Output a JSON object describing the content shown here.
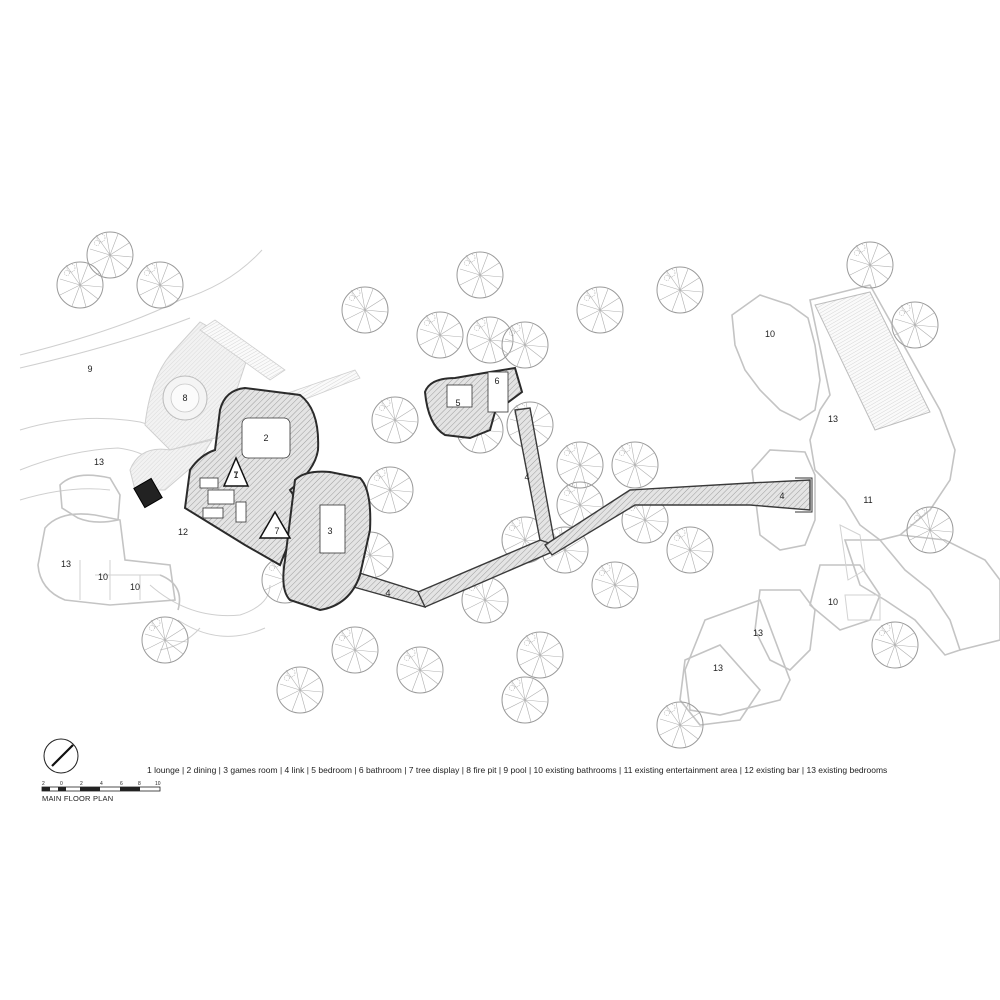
{
  "title": "MAIN FLOOR PLAN",
  "legend": "1 lounge  |  2 dining  |  3 games room  |  4 link  |  5 bedroom  |  6 bathroom  |  7 tree display  |  8 fire pit  |  9 pool  |  10 existing bathrooms  |  11 existing entertainment area  |  12 existing bar  |  13 existing bedrooms",
  "scale_bar": {
    "ticks": [
      "2",
      "0",
      "2",
      "4",
      "6",
      "8",
      "10"
    ]
  },
  "room_labels": {
    "lounge": "1",
    "dining": "2",
    "games_room": "3",
    "link": "4",
    "bedroom": "5",
    "bathroom": "6",
    "tree_display": "7",
    "fire_pit": "8",
    "pool": "9",
    "existing_bathrooms": "10",
    "existing_entertainment_area": "11",
    "existing_bar": "12",
    "existing_bedrooms": "13"
  },
  "icons": [
    "north-arrow-icon",
    "scale-bar-icon",
    "tree-symbol-icon"
  ]
}
